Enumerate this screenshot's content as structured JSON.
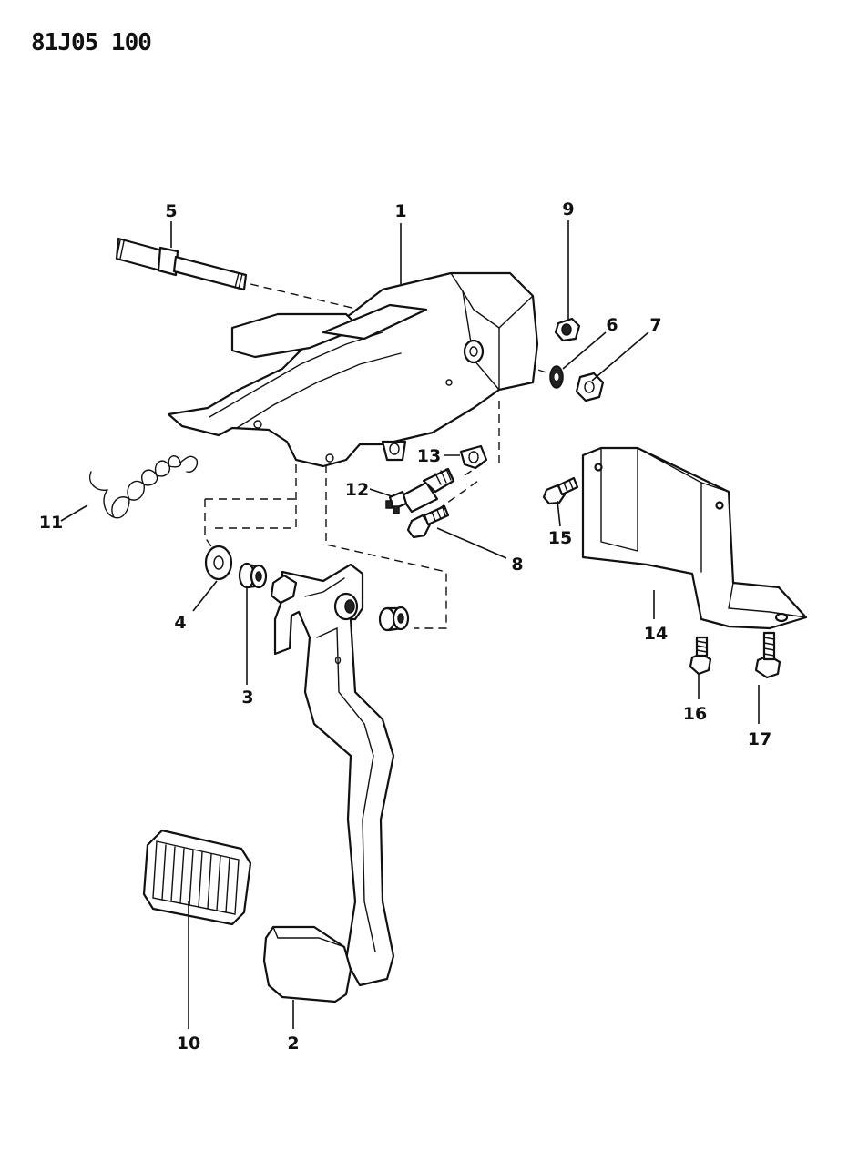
{
  "diagram_code": "81J05 100",
  "callouts": [
    {
      "id": "1",
      "label": "1"
    },
    {
      "id": "2",
      "label": "2"
    },
    {
      "id": "3",
      "label": "3"
    },
    {
      "id": "4",
      "label": "4"
    },
    {
      "id": "5",
      "label": "5"
    },
    {
      "id": "6",
      "label": "6"
    },
    {
      "id": "7",
      "label": "7"
    },
    {
      "id": "8",
      "label": "8"
    },
    {
      "id": "9",
      "label": "9"
    },
    {
      "id": "10",
      "label": "10"
    },
    {
      "id": "11",
      "label": "11"
    },
    {
      "id": "12",
      "label": "12"
    },
    {
      "id": "13",
      "label": "13"
    },
    {
      "id": "14",
      "label": "14"
    },
    {
      "id": "15",
      "label": "15"
    },
    {
      "id": "16",
      "label": "16"
    },
    {
      "id": "17",
      "label": "17"
    }
  ]
}
